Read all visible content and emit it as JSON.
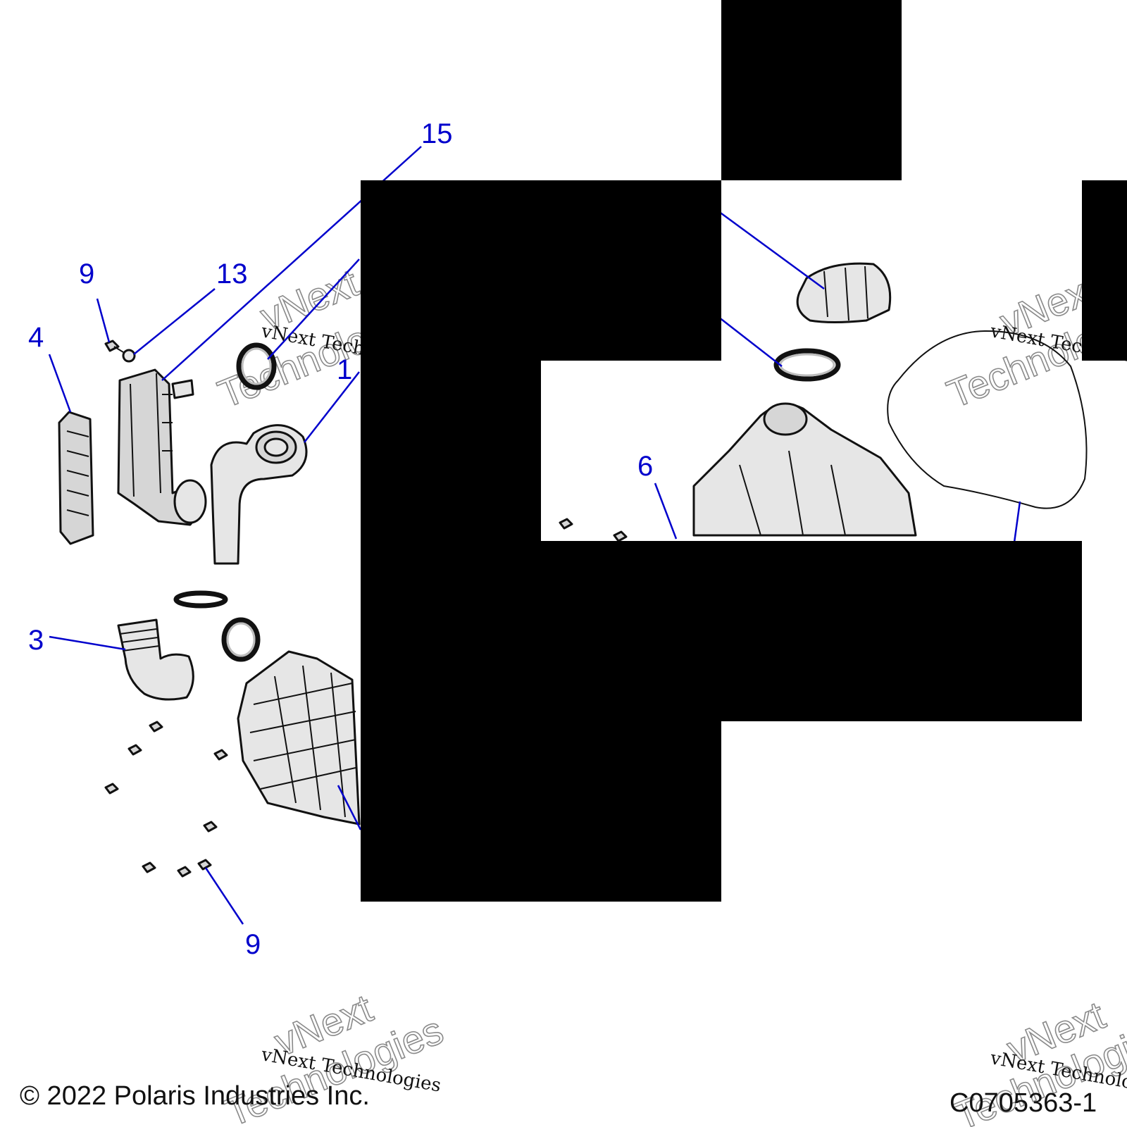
{
  "callouts": {
    "c15": "15",
    "c9a": "9",
    "c13": "13",
    "c4": "4",
    "c1a": "1",
    "c6": "6",
    "c3": "3",
    "c9b": "9"
  },
  "watermarks": {
    "line_top": "vNext Technologies",
    "line_big_1": "vNext",
    "line_big_2": "Technologies"
  },
  "footer": {
    "copyright": "© 2022 Polaris Industries Inc.",
    "drawing_id": "C0705363-1"
  }
}
